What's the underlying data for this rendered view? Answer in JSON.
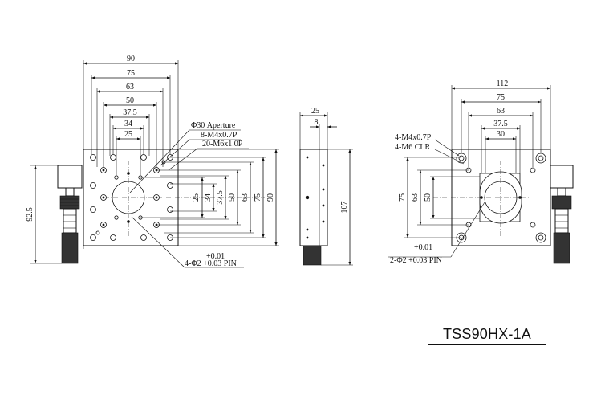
{
  "model": "TSS90HX-1A",
  "top_view": {
    "width_dims": [
      "90",
      "75",
      "63",
      "50",
      "37.5",
      "34",
      "25"
    ],
    "height_dims": [
      "25",
      "34",
      "37.5",
      "50",
      "63",
      "75",
      "90"
    ],
    "side_height": "92.5",
    "callouts": [
      "Φ30 Aperture",
      "8-M4x0.7P",
      "20-M6x1.0P"
    ],
    "pin_tolerance": "+0.01",
    "pin_label": "4-Φ2 +0.03 PIN"
  },
  "side_view": {
    "width_dims": [
      "25",
      "8"
    ],
    "height_dim": "107"
  },
  "bottom_view": {
    "width_dims": [
      "112",
      "75",
      "63",
      "37.5",
      "30"
    ],
    "height_dims": [
      "75",
      "63",
      "50"
    ],
    "callouts": [
      "4-M4x0.7P",
      "4-M6 CLR"
    ],
    "pin_tolerance": "+0.01",
    "pin_label": "2-Φ2 +0.03 PIN"
  }
}
